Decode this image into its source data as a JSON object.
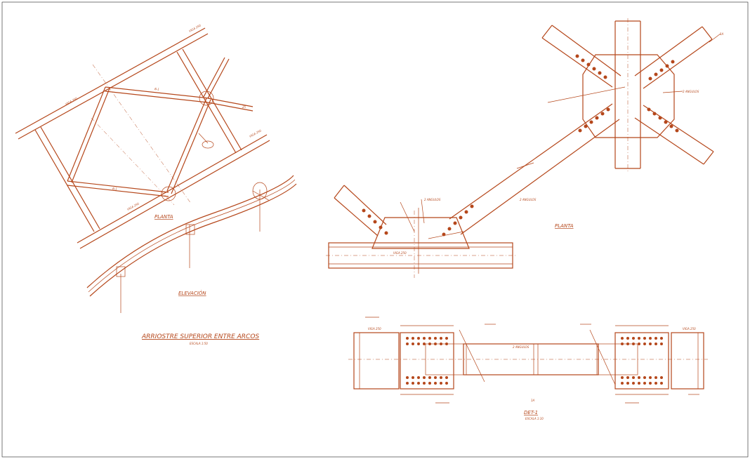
{
  "drawing": {
    "title": "ARRIOSTRE SUPERIOR ENTRE ARCOS",
    "labels": {
      "planta_left": "PLANTA",
      "elevacion": "ELEVACIÓN",
      "planta_right": "PLANTA",
      "detail_ref": "1A",
      "detail_ref_top": "1A",
      "det": "DET-1"
    }
  }
}
